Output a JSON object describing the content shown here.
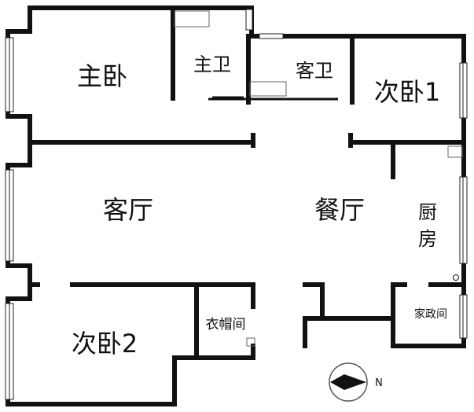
{
  "rooms": {
    "master_bedroom": "主卧",
    "master_bath": "主卫",
    "guest_bath": "客卫",
    "second_bedroom_1": "次卧1",
    "living_room": "客厅",
    "dining_room": "餐厅",
    "kitchen_line1": "厨",
    "kitchen_line2": "房",
    "second_bedroom_2": "次卧2",
    "cloakroom": "衣帽间",
    "utility_room": "家政间"
  },
  "compass": {
    "label": "N"
  },
  "colors": {
    "wall": "#111111",
    "window": "#ffffff"
  }
}
